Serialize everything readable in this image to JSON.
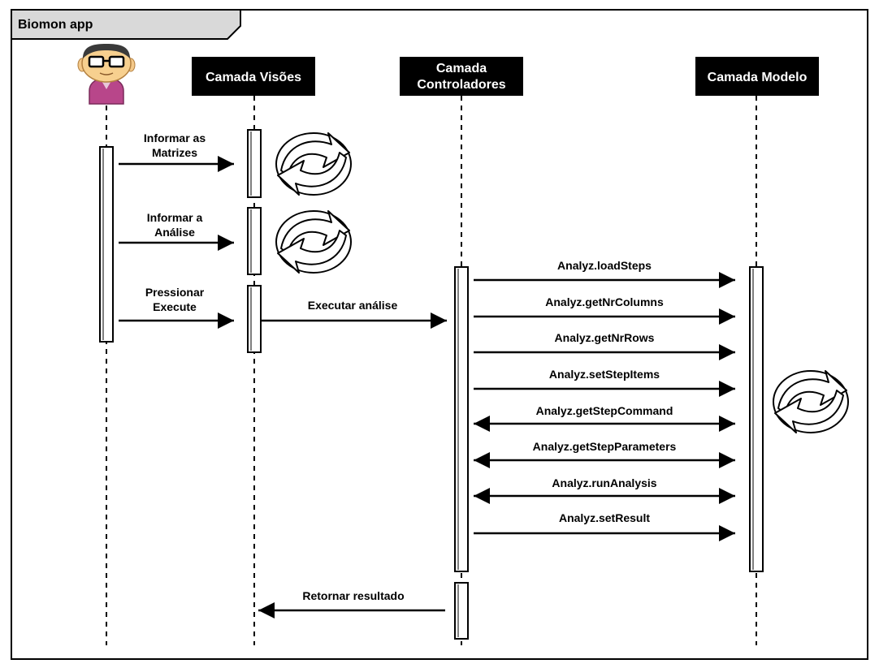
{
  "frame": {
    "title": "Biomon app"
  },
  "lifelines": {
    "views": "Camada Visões",
    "controllers": [
      "Camada",
      "Controladores"
    ],
    "model": "Camada Modelo"
  },
  "messages": {
    "informar_matrizes": [
      "Informar as",
      "Matrizes"
    ],
    "informar_analise": [
      "Informar a",
      "Análise"
    ],
    "pressionar_execute": [
      "Pressionar",
      "Execute"
    ],
    "executar_analise": "Executar análise",
    "retornar_resultado": "Retornar resultado",
    "model_calls": [
      "Analyz.loadSteps",
      "Analyz.getNrColumns",
      "Analyz.getNrRows",
      "Analyz.setStepItems",
      "Analyz.getStepCommand",
      "Analyz.getStepParameters",
      "Analyz.runAnalysis",
      "Analyz.setResult"
    ]
  },
  "icons": {
    "actor": "user-avatar-icon",
    "process": "refresh-cycle-icon"
  }
}
